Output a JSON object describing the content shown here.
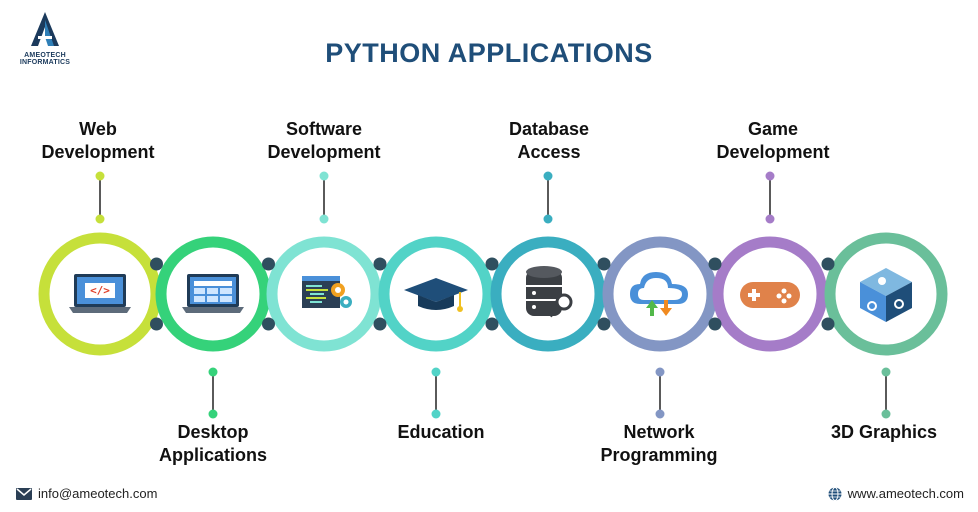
{
  "brand": {
    "line1": "AMEOTECH",
    "line2": "INFORMATICS"
  },
  "title": "PYTHON APPLICATIONS",
  "colors": {
    "title": "#1f4e79",
    "web": "#c6e03a",
    "desktop": "#35d27a",
    "software": "#7fe3d3",
    "education": "#52d3c7",
    "database": "#3aaec0",
    "network": "#8396c4",
    "game": "#a57cc8",
    "graphics": "#6abf9a",
    "joint": "#2f4f5f"
  },
  "applications": [
    {
      "label": "Web\nDevelopment",
      "position": "top",
      "icon": "code-laptop-icon"
    },
    {
      "label": "Desktop\nApplications",
      "position": "bottom",
      "icon": "desktop-window-laptop-icon"
    },
    {
      "label": "Software\nDevelopment",
      "position": "top",
      "icon": "code-gears-icon"
    },
    {
      "label": "Education",
      "position": "bottom",
      "icon": "graduation-cap-icon"
    },
    {
      "label": "Database\nAccess",
      "position": "top",
      "icon": "database-key-icon"
    },
    {
      "label": "Network\nProgramming",
      "position": "bottom",
      "icon": "cloud-upload-download-icon"
    },
    {
      "label": "Game\nDevelopment",
      "position": "top",
      "icon": "gamepad-icon"
    },
    {
      "label": "3D Graphics",
      "position": "bottom",
      "icon": "3d-cube-icon"
    }
  ],
  "footer": {
    "email": "info@ameotech.com",
    "website": "www.ameotech.com"
  }
}
